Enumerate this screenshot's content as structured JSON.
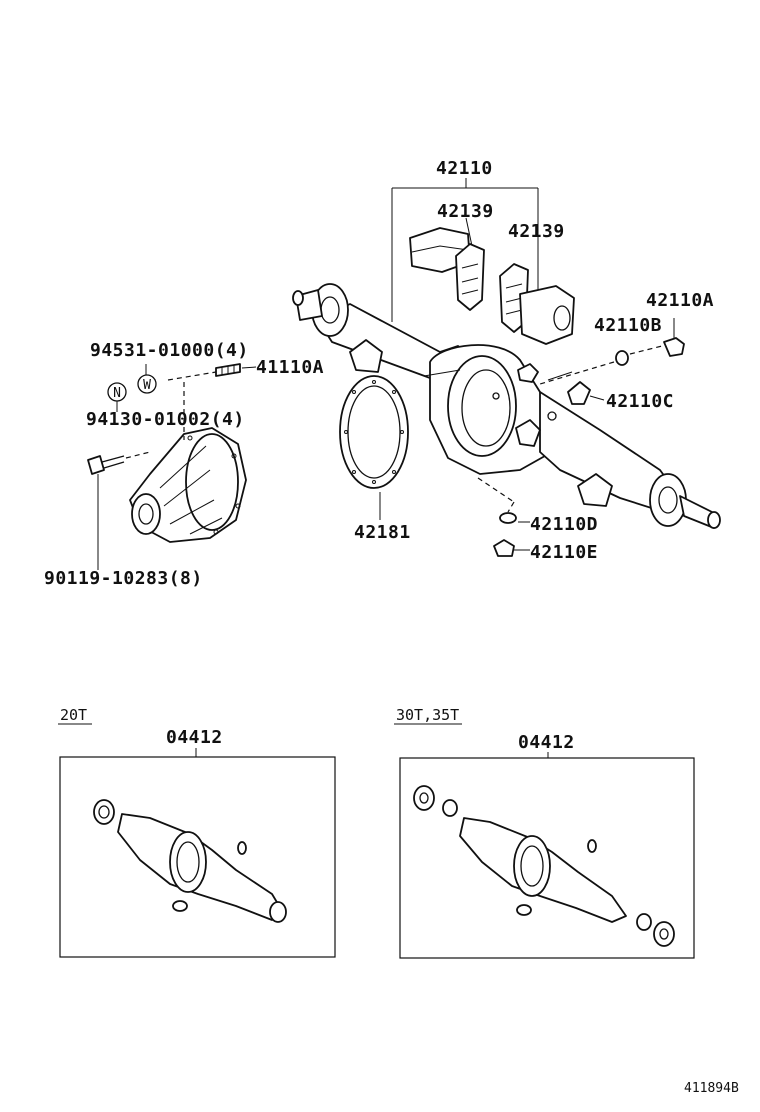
{
  "labels": {
    "p42110": "42110",
    "p42139a": "42139",
    "p42139b": "42139",
    "p42110A": "42110A",
    "p42110B": "42110B",
    "p42110C": "42110C",
    "p42110D": "42110D",
    "p42110E": "42110E",
    "p42181": "42181",
    "p41110A": "41110A",
    "p94531": "94531-01000(4)",
    "p94130": "94130-01002(4)",
    "p90119": "90119-10283(8)",
    "markN": "N",
    "markW": "W"
  },
  "kits": {
    "left": {
      "variant": "20T",
      "part": "04412"
    },
    "right": {
      "variant": "30T,35T",
      "part": "04412"
    }
  },
  "figure_ref": "411894B"
}
